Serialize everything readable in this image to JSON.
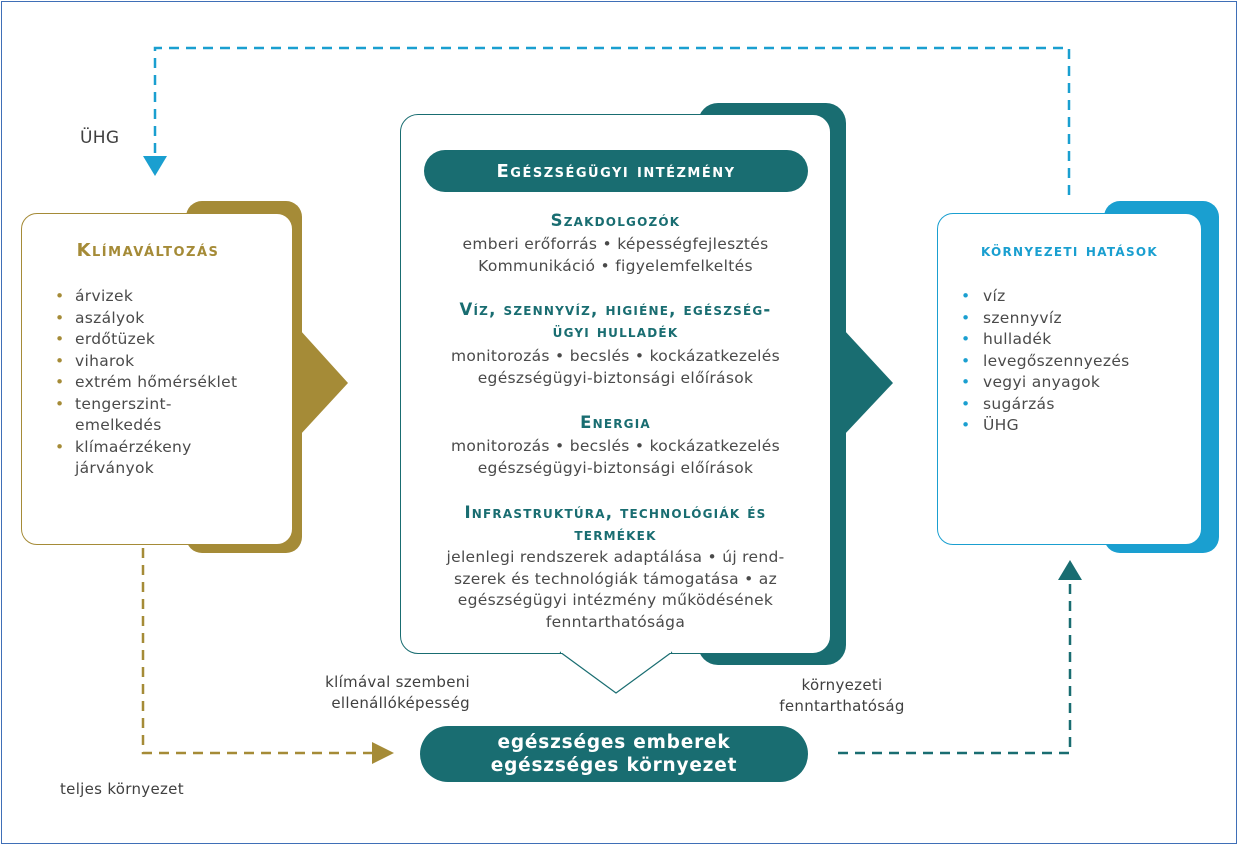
{
  "labels": {
    "top_loop": "ÜHG",
    "left_bottom": "teljes környezet",
    "resilience": [
      "klímával szembeni",
      "ellenállóképesség"
    ],
    "sustainability": [
      "környezeti",
      "fenntarthatóság"
    ]
  },
  "left_box": {
    "title": "Klímaváltozás",
    "items": [
      "árvizek",
      "aszályok",
      "erdőtüzek",
      "viharok",
      "extrém hőmérséklet",
      "tengerszint-emelkedés",
      "klímaérzékeny járványok"
    ],
    "items_display": [
      [
        "árvizek"
      ],
      [
        "aszályok"
      ],
      [
        "erdőtüzek"
      ],
      [
        "viharok"
      ],
      [
        "extrém hőmérséklet"
      ],
      [
        "tengerszint-",
        "emelkedés"
      ],
      [
        "klímaérzékeny",
        "járványok"
      ]
    ]
  },
  "center_box": {
    "title": "Egészségügyi intézmény",
    "sections": [
      {
        "heading": [
          "Szakdolgozók"
        ],
        "body": [
          "emberi erőforrás • képességfejlesztés",
          "Kommunikáció • figyelemfelkeltés"
        ]
      },
      {
        "heading": [
          "Víz, szennyvíz, higiéne, egészség-",
          "ügyi hulladék"
        ],
        "body": [
          "monitorozás • becslés • kockázatkezelés",
          "egészségügyi-biztonsági előírások"
        ]
      },
      {
        "heading": [
          "Energia"
        ],
        "body": [
          "monitorozás • becslés • kockázatkezelés",
          "egészségügyi-biztonsági előírások"
        ]
      },
      {
        "heading": [
          "Infrastruktúra, technológiák és",
          "termékek"
        ],
        "body": [
          "jelenlegi rendszerek adaptálása • új rend-",
          "szerek és technológiák támogatása • az",
          "egészségügyi intézmény működésének",
          "fenntarthatósága"
        ]
      }
    ]
  },
  "right_box": {
    "title": "környezeti hatások",
    "items": [
      "víz",
      "szennyvíz",
      "hulladék",
      "levegőszennyezés",
      "vegyi anyagok",
      "sugárzás",
      "ÜHG"
    ]
  },
  "bottom_pill": {
    "lines": [
      "egészséges emberek",
      "egészséges környezet"
    ]
  },
  "colors": {
    "gold": "#a58b37",
    "teal": "#196d71",
    "blue": "#1a9fd0",
    "text": "#4a4a4a"
  }
}
